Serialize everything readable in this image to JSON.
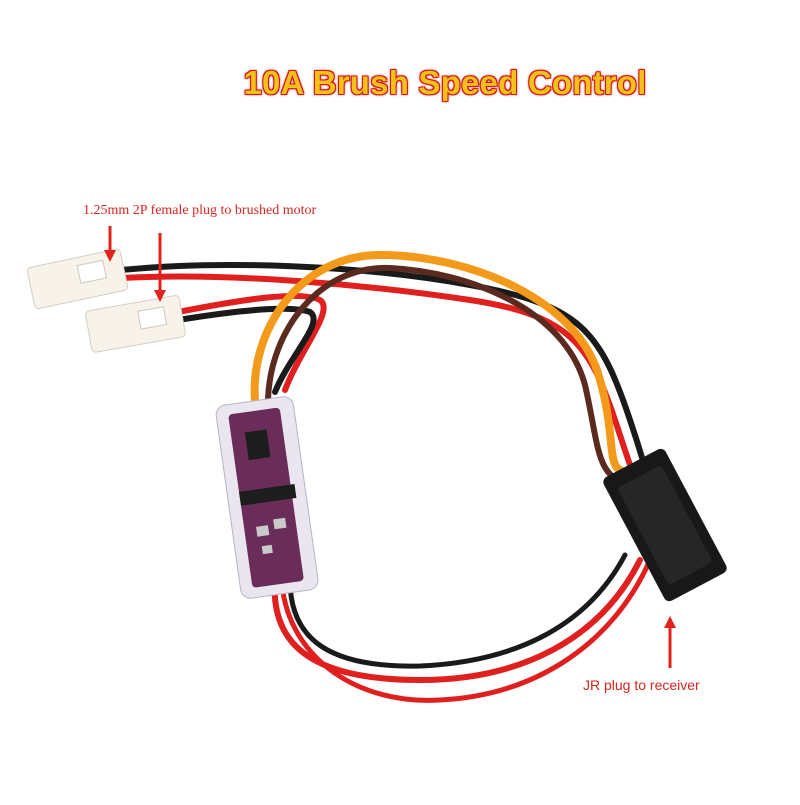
{
  "title": "10A Brush Speed Control",
  "annotations": {
    "motor_plug": "1.25mm 2P female plug to brushed motor",
    "jr_plug": "JR plug to receiver"
  },
  "colors": {
    "title_fill": "#f2c21b",
    "title_outline": "#d21a1a",
    "annotation_text": "#d7261e",
    "arrow": "#e0231b",
    "wire_red": "#e01f1f",
    "wire_black": "#1a1a1a",
    "wire_orange": "#f39a1a",
    "wire_brown": "#5a2a1e",
    "pcb": "#6a2d5a"
  }
}
